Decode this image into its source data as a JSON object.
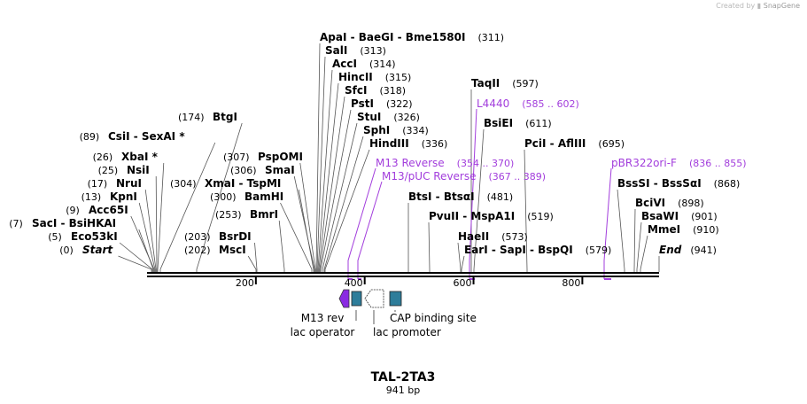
{
  "watermark": {
    "prefix": "Created by",
    "brand": "SnapGene"
  },
  "plasmid": {
    "name": "TAL-2TA3",
    "length_label": "941 bp",
    "length": 941
  },
  "axis_ticks": [
    "200",
    "400",
    "600",
    "800"
  ],
  "enzymes": [
    {
      "pos": "(311)",
      "names": [
        "ApaI",
        "BaeGI",
        "Bme1580I"
      ]
    },
    {
      "pos": "(313)",
      "names": [
        "SalI"
      ]
    },
    {
      "pos": "(314)",
      "names": [
        "AccI"
      ]
    },
    {
      "pos": "(315)",
      "names": [
        "HincII"
      ]
    },
    {
      "pos": "(318)",
      "names": [
        "SfcI"
      ]
    },
    {
      "pos": "(322)",
      "names": [
        "PstI"
      ]
    },
    {
      "pos": "(326)",
      "names": [
        "StuI"
      ]
    },
    {
      "pos": "(334)",
      "names": [
        "SphI"
      ]
    },
    {
      "pos": "(336)",
      "names": [
        "HindIII"
      ]
    },
    {
      "pos": "(174)",
      "names": [
        "BtgI"
      ]
    },
    {
      "pos": "(89)",
      "names": [
        "CsiI",
        "SexAI *"
      ]
    },
    {
      "pos": "(26)",
      "names": [
        "XbaI *"
      ]
    },
    {
      "pos": "(25)",
      "names": [
        "NsiI"
      ]
    },
    {
      "pos": "(17)",
      "names": [
        "NruI"
      ]
    },
    {
      "pos": "(13)",
      "names": [
        "KpnI"
      ]
    },
    {
      "pos": "(9)",
      "names": [
        "Acc65I"
      ]
    },
    {
      "pos": "(7)",
      "names": [
        "SacI",
        "BsiHKAI"
      ]
    },
    {
      "pos": "(5)",
      "names": [
        "Eco53kI"
      ]
    },
    {
      "pos": "(0)",
      "names": [
        "Start"
      ]
    },
    {
      "pos": "(307)",
      "names": [
        "PspOMI"
      ]
    },
    {
      "pos": "(306)",
      "names": [
        "SmaI"
      ]
    },
    {
      "pos": "(304)",
      "names": [
        "XmaI",
        "TspMI"
      ]
    },
    {
      "pos": "(300)",
      "names": [
        "BamHI"
      ]
    },
    {
      "pos": "(253)",
      "names": [
        "BmrI"
      ]
    },
    {
      "pos": "(203)",
      "names": [
        "BsrDI"
      ]
    },
    {
      "pos": "(202)",
      "names": [
        "MscI"
      ]
    },
    {
      "pos": "(597)",
      "names": [
        "TaqII"
      ]
    },
    {
      "pos": "(611)",
      "names": [
        "BsiEI"
      ]
    },
    {
      "pos": "(695)",
      "names": [
        "PciI",
        "AflIII"
      ]
    },
    {
      "pos": "(481)",
      "names": [
        "BtsI",
        "BtsαI"
      ]
    },
    {
      "pos": "(519)",
      "names": [
        "PvuII",
        "MspA1I"
      ]
    },
    {
      "pos": "(573)",
      "names": [
        "HaeII"
      ]
    },
    {
      "pos": "(579)",
      "names": [
        "EarI",
        "SapI",
        "BspQI"
      ]
    },
    {
      "pos": "(868)",
      "names": [
        "BssSI",
        "BssSαI"
      ]
    },
    {
      "pos": "(898)",
      "names": [
        "BciVI"
      ]
    },
    {
      "pos": "(901)",
      "names": [
        "BsaWI"
      ]
    },
    {
      "pos": "(910)",
      "names": [
        "MmeI"
      ]
    },
    {
      "pos": "(941)",
      "names": [
        "End"
      ]
    }
  ],
  "primers": [
    {
      "name": "L4440",
      "range": "(585 .. 602)"
    },
    {
      "name": "M13 Reverse",
      "range": "(354 .. 370)"
    },
    {
      "name": "M13/pUC Reverse",
      "range": "(367 .. 389)"
    },
    {
      "name": "pBR322ori-F",
      "range": "(836 .. 855)"
    }
  ],
  "features": [
    {
      "name": "M13 rev",
      "color": "#8a2be2"
    },
    {
      "name": "lac operator",
      "color": "#2e7d9a"
    },
    {
      "name": "lac promoter",
      "color": "#ffffff"
    },
    {
      "name": "CAP binding site",
      "color": "#2e7d9a"
    }
  ],
  "colors": {
    "primer": "#a23ddc",
    "feature_teal": "#2e7d9a",
    "feature_purple": "#8a2be2"
  }
}
